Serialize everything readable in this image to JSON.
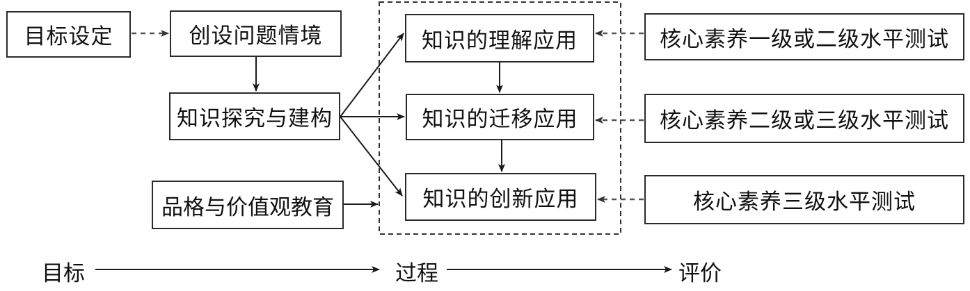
{
  "left_column": {
    "goal_setting": "目标设定",
    "create_scenario": "创设问题情境",
    "knowledge_inquiry": "知识探究与建构",
    "character_values": "品格与价值观教育"
  },
  "process_column": {
    "understanding_application": "知识的理解应用",
    "transfer_application": "知识的迁移应用",
    "innovation_application": "知识的创新应用"
  },
  "evaluation_column": {
    "level_1_or_2": "核心素养一级或二级水平测试",
    "level_2_or_3": "核心素养二级或三级水平测试",
    "level_3": "核心素养三级水平测试"
  },
  "bottom_axis": {
    "goal": "目标",
    "process": "过程",
    "evaluation": "评价"
  }
}
